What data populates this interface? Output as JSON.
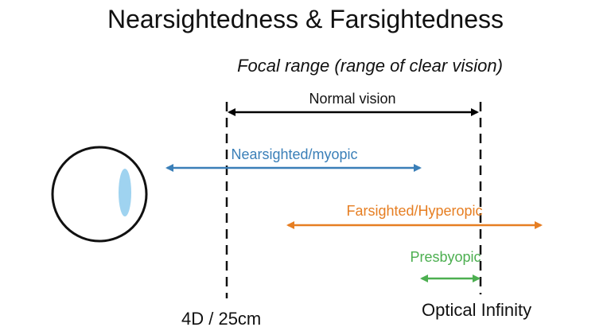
{
  "title": "Nearsightedness & Farsightedness",
  "subtitle": "Focal range (range of clear vision)",
  "colors": {
    "normal": "#000000",
    "nearsighted": "#3a7fb8",
    "farsighted": "#e67e22",
    "presbyopic": "#4caf50",
    "lens": "#9fd3f0"
  },
  "ranges": {
    "normal": {
      "label": "Normal vision"
    },
    "nearsighted": {
      "label": "Nearsighted/myopic"
    },
    "farsighted": {
      "label": "Farsighted/Hyperopic"
    },
    "presbyopic": {
      "label": "Presbyopic"
    }
  },
  "markers": {
    "near_point": "4D / 25cm",
    "infinity": "Optical Infinity"
  },
  "icons": {
    "eye": "eye-icon"
  }
}
